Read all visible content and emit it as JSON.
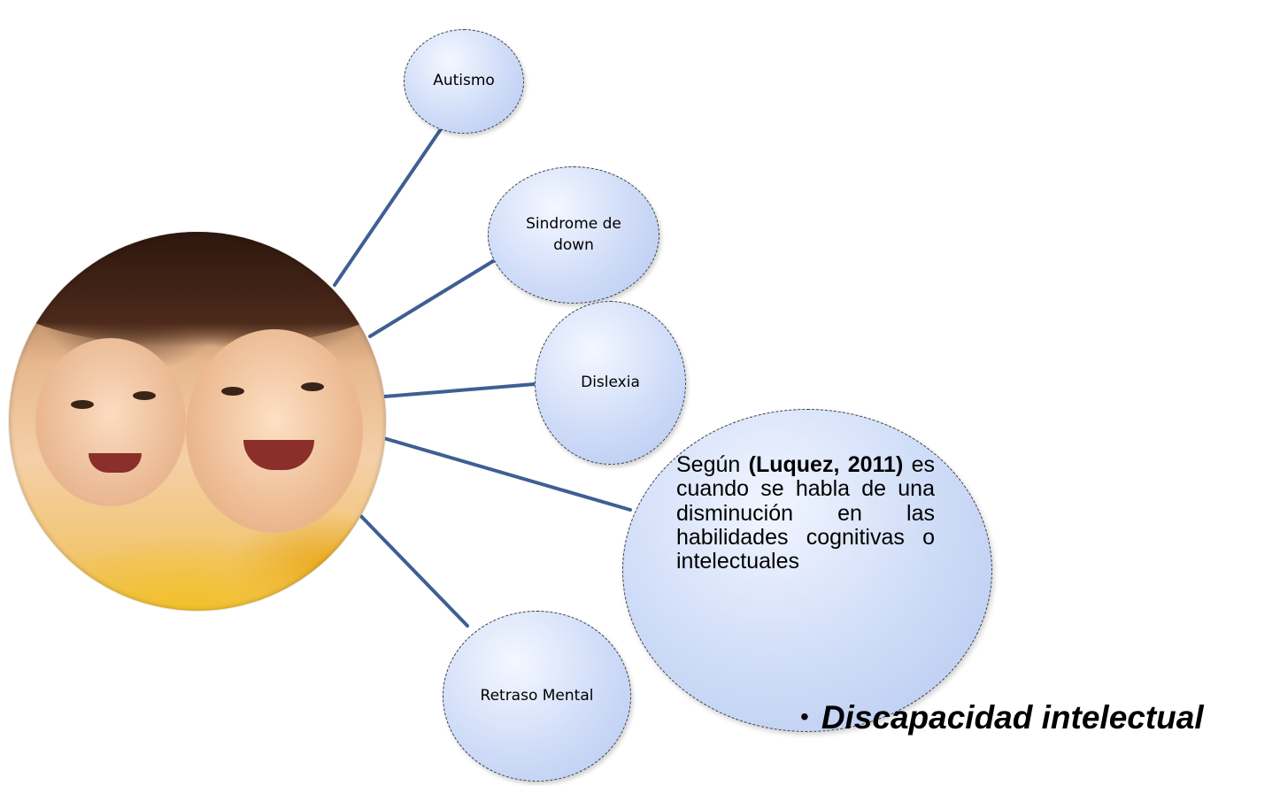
{
  "nodes": {
    "autismo": "Autismo",
    "sindrome": "Sindrome de down",
    "dislexia": "Dislexia",
    "retraso": "Retraso Mental"
  },
  "definition": {
    "prefix": "Según ",
    "citation": "(Luquez, 2011)",
    "body": " es cuando se habla de una disminución en las habilidades cognitivas o intelectuales"
  },
  "title": {
    "bullet": "•",
    "text": "Discapacidad intelectual"
  },
  "colors": {
    "connector": "#3e5f93",
    "node_fill": "#cfdcf8"
  },
  "icons": {
    "photo": "children-photo"
  }
}
